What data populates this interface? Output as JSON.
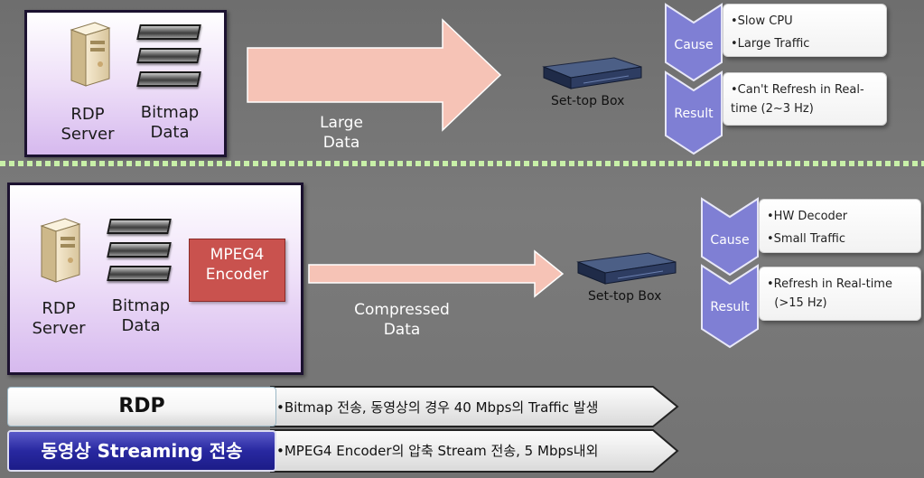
{
  "top": {
    "server_label": "RDP\nServer",
    "bitmap_label": "Bitmap\nData",
    "flow_label": "Large\nData",
    "stb_label": "Set-top Box",
    "cause_label": "Cause",
    "result_label": "Result",
    "cause_items": [
      "•Slow CPU",
      "•Large Traffic"
    ],
    "result_items": [
      "•Can't Refresh in Real-",
      "time (2~3 Hz)"
    ]
  },
  "bottom": {
    "server_label": "RDP\nServer",
    "bitmap_label": "Bitmap\nData",
    "encoder_label": "MPEG4\nEncoder",
    "flow_label": "Compressed\nData",
    "stb_label": "Set-top Box",
    "cause_label": "Cause",
    "result_label": "Result",
    "cause_items": [
      "•HW Decoder",
      "•Small Traffic"
    ],
    "result_items": [
      "•Refresh in Real-time",
      "  (>15 Hz)"
    ]
  },
  "summary": {
    "rdp_label": "RDP",
    "rdp_text": "•Bitmap 전송, 동영상의 경우 40 Mbps의 Traffic 발생",
    "stream_label": "동영상 Streaming 전송",
    "stream_text": "•MPEG4 Encoder의 압축 Stream 전송, 5 Mbps내외"
  },
  "colors": {
    "panel_border": "#1c1230",
    "chevron": "#7f7fd4",
    "chevron_dark": "#5a5ab8",
    "arrow_fill": "#f6c3b6",
    "encoder": "#c9524e",
    "stream_bar": "#2424a0"
  },
  "icons": [
    "server-icon",
    "bitmap-stack-icon",
    "set-top-box-icon",
    "chevron-down-icon",
    "arrow-right-icon"
  ]
}
